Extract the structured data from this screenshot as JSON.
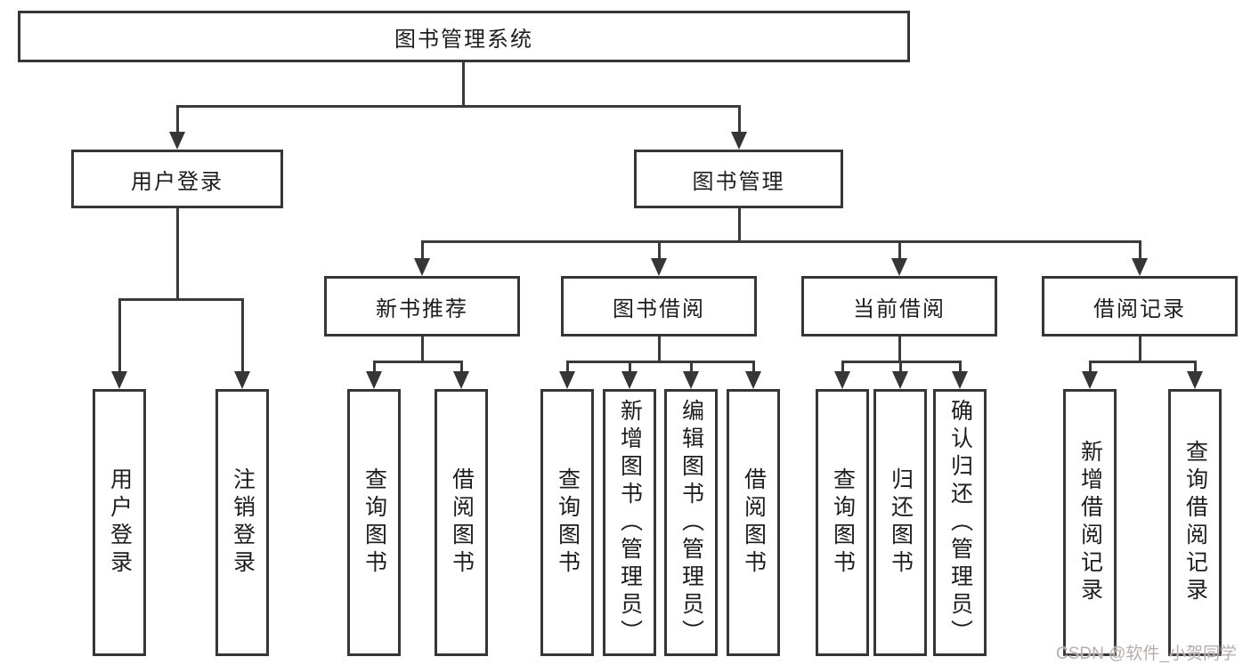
{
  "tree": {
    "label": "图书管理系统",
    "children": [
      {
        "label": "用户登录",
        "children": [
          {
            "label": "用户登录"
          },
          {
            "label": "注销登录"
          }
        ]
      },
      {
        "label": "图书管理",
        "children": [
          {
            "label": "新书推荐",
            "children": [
              {
                "label": "查询图书"
              },
              {
                "label": "借阅图书"
              }
            ]
          },
          {
            "label": "图书借阅",
            "children": [
              {
                "label": "查询图书"
              },
              {
                "label": "新增图书（管理员）"
              },
              {
                "label": "编辑图书（管理员）"
              },
              {
                "label": "借阅图书"
              }
            ]
          },
          {
            "label": "当前借阅",
            "children": [
              {
                "label": "查询图书"
              },
              {
                "label": "归还图书"
              },
              {
                "label": "确认归还（管理员）"
              }
            ]
          },
          {
            "label": "借阅记录",
            "children": [
              {
                "label": "新增借阅记录"
              },
              {
                "label": "查询借阅记录"
              }
            ]
          }
        ]
      }
    ]
  },
  "colors": {
    "line": "#363636",
    "text": "#1d1d1d",
    "watermark_gray": "#b7aeac"
  },
  "watermark": "CSDN @软件_小贺同学"
}
